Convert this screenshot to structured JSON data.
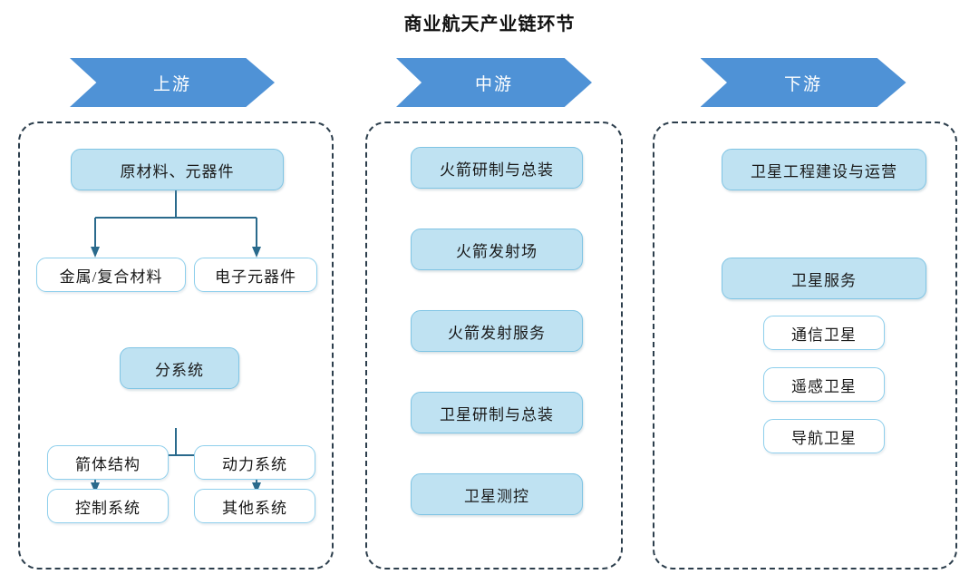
{
  "title": "商业航天产业链环节",
  "theme": {
    "banner_blue": "#4f92d6",
    "node_fill": "#bfe2f2",
    "node_fill_border": "#7fc4e4",
    "node_outline_border": "#8ecfec",
    "panel_dash": "#2c3e4c",
    "connector": "#2a6a8c"
  },
  "columns": [
    {
      "key": "upstream",
      "banner_label": "上游",
      "nodes": [
        {
          "id": "raw-materials",
          "label": "原材料、元器件",
          "style": "filled"
        },
        {
          "id": "metal-composite",
          "label": "金属/复合材料",
          "style": "outline"
        },
        {
          "id": "electronic-component",
          "label": "电子元器件",
          "style": "outline"
        },
        {
          "id": "subsystem",
          "label": "分系统",
          "style": "filled"
        },
        {
          "id": "rocket-structure",
          "label": "箭体结构",
          "style": "outline"
        },
        {
          "id": "power-system",
          "label": "动力系统",
          "style": "outline"
        },
        {
          "id": "control-system",
          "label": "控制系统",
          "style": "outline"
        },
        {
          "id": "other-system",
          "label": "其他系统",
          "style": "outline"
        }
      ]
    },
    {
      "key": "midstream",
      "banner_label": "中游",
      "nodes": [
        {
          "id": "rocket-dev-assembly",
          "label": "火箭研制与总装",
          "style": "filled"
        },
        {
          "id": "rocket-launch-site",
          "label": "火箭发射场",
          "style": "filled"
        },
        {
          "id": "rocket-launch-service",
          "label": "火箭发射服务",
          "style": "filled"
        },
        {
          "id": "satellite-dev-assembly",
          "label": "卫星研制与总装",
          "style": "filled"
        },
        {
          "id": "satellite-tt-and-c",
          "label": "卫星测控",
          "style": "filled"
        }
      ]
    },
    {
      "key": "downstream",
      "banner_label": "下游",
      "nodes": [
        {
          "id": "satellite-engineering",
          "label": "卫星工程建设与运营",
          "style": "filled"
        },
        {
          "id": "satellite-service",
          "label": "卫星服务",
          "style": "filled"
        },
        {
          "id": "comm-satellite",
          "label": "通信卫星",
          "style": "outline"
        },
        {
          "id": "remote-sensing-sat",
          "label": "遥感卫星",
          "style": "outline"
        },
        {
          "id": "navigation-satellite",
          "label": "导航卫星",
          "style": "outline"
        }
      ]
    }
  ]
}
